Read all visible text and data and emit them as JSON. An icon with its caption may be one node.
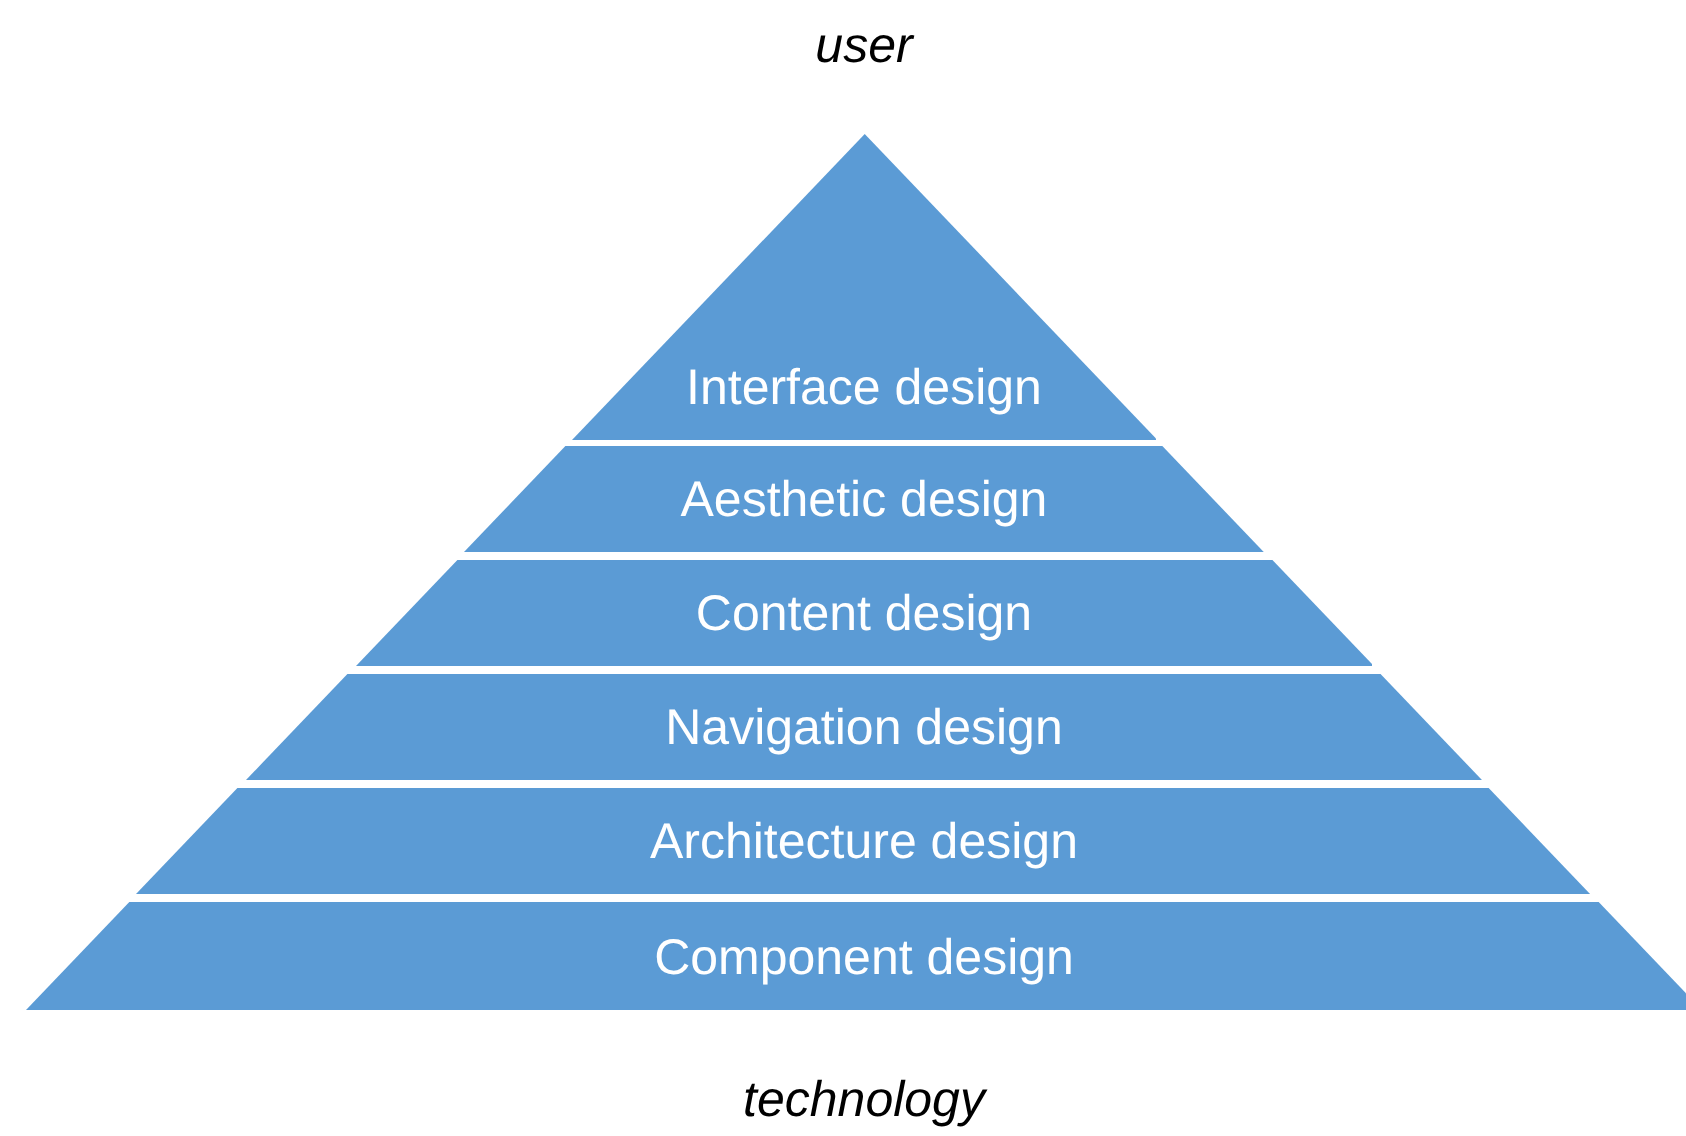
{
  "diagram": {
    "nodes": [
      {
        "text": [
          "Interface design"
        ]
      },
      {
        "text": [
          "Aesthetic design"
        ]
      },
      {
        "text": [
          "Content design"
        ]
      },
      {
        "text": [
          "Navigation design"
        ]
      },
      {
        "text": [
          "Architecture design"
        ]
      },
      {
        "text": [
          "Component design"
        ]
      }
    ],
    "labels": [
      "user",
      "technology"
    ]
  }
}
